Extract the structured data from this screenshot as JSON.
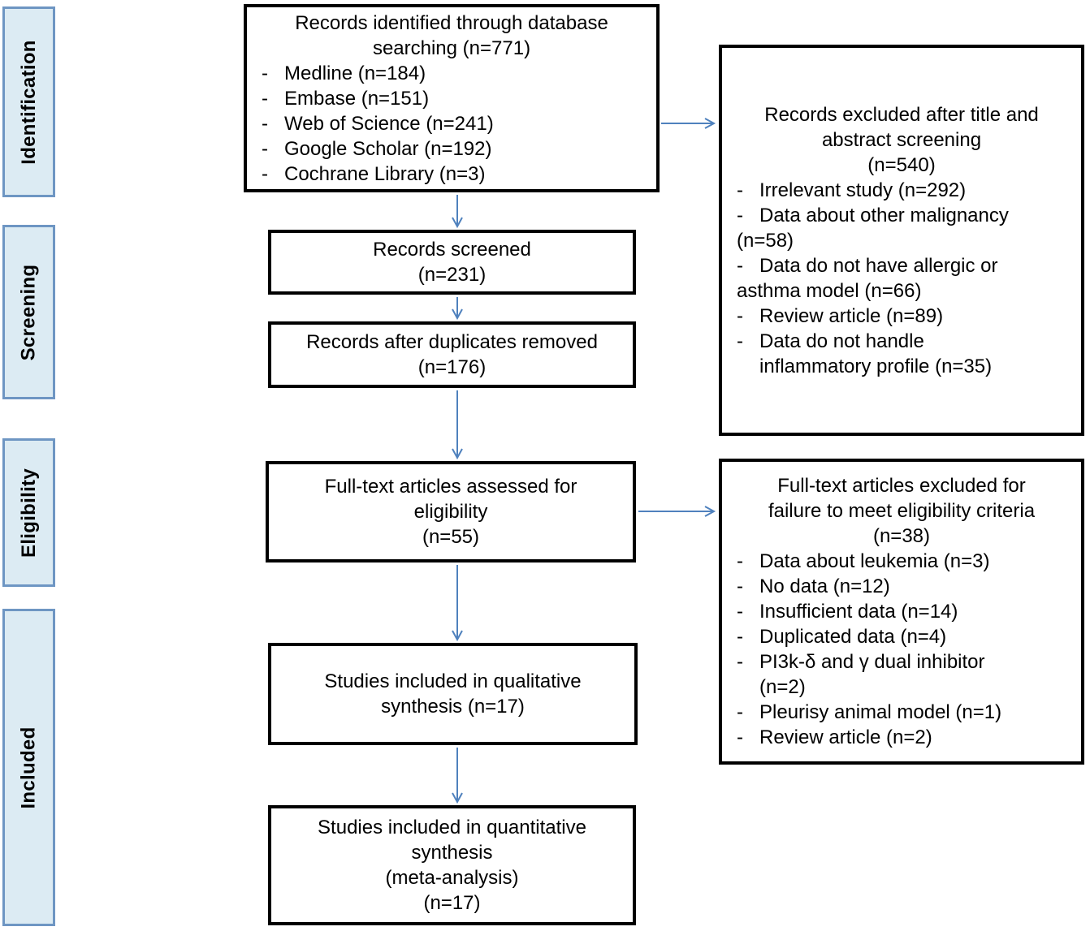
{
  "bullet": "-",
  "colors": {
    "arrow": "#4f81bd",
    "phase_fill": "#dcebf3",
    "phase_border": "#6e96c3",
    "box_border": "#000000",
    "text": "#000000"
  },
  "phases": {
    "identification": "Identification",
    "screening": "Screening",
    "eligibility": "Eligibility",
    "included": "Included"
  },
  "boxes": {
    "identified": {
      "title_lines": [
        "Records identified through database",
        "searching (n=771)"
      ],
      "items": [
        "Medline (n=184)",
        "Embase (n=151)",
        "Web of Science (n=241)",
        "Google Scholar (n=192)",
        "Cochrane Library (n=3)"
      ]
    },
    "screened": {
      "lines": [
        "Records screened",
        "(n=231)"
      ]
    },
    "duplicates_removed": {
      "lines": [
        "Records after duplicates removed",
        "(n=176)"
      ]
    },
    "fulltext_assessed": {
      "lines": [
        "Full-text articles assessed for",
        "eligibility",
        "(n=55)"
      ]
    },
    "qualitative": {
      "lines": [
        "Studies included in qualitative",
        "synthesis (n=17)"
      ]
    },
    "quantitative": {
      "lines": [
        "Studies included in quantitative",
        "synthesis",
        "(meta-analysis)",
        "(n=17)"
      ]
    },
    "excluded_screening": {
      "title_lines": [
        "Records excluded after title and",
        "abstract screening",
        "(n=540)"
      ],
      "items": [
        {
          "l1": "Irrelevant study (n=292)"
        },
        {
          "l1": "Data about other malignancy",
          "l2": "(n=58)"
        },
        {
          "l1": "Data do not have allergic or",
          "l2": "asthma model (n=66)"
        },
        {
          "l1": "Review article (n=89)"
        },
        {
          "l1": "Data do not handle",
          "l2": "inflammatory profile (n=35)"
        }
      ]
    },
    "excluded_fulltext": {
      "title_lines": [
        "Full-text articles excluded for",
        "failure to meet eligibility criteria",
        "(n=38)"
      ],
      "items": [
        {
          "l1": "Data about leukemia (n=3)"
        },
        {
          "l1": "No data (n=12)"
        },
        {
          "l1": "Insufficient data (n=14)"
        },
        {
          "l1": "Duplicated data (n=4)"
        },
        {
          "l1": "PI3k-δ and γ dual inhibitor",
          "l2": "(n=2)"
        },
        {
          "l1": "Pleurisy animal model (n=1)"
        },
        {
          "l1": "Review article (n=2)"
        }
      ]
    }
  }
}
